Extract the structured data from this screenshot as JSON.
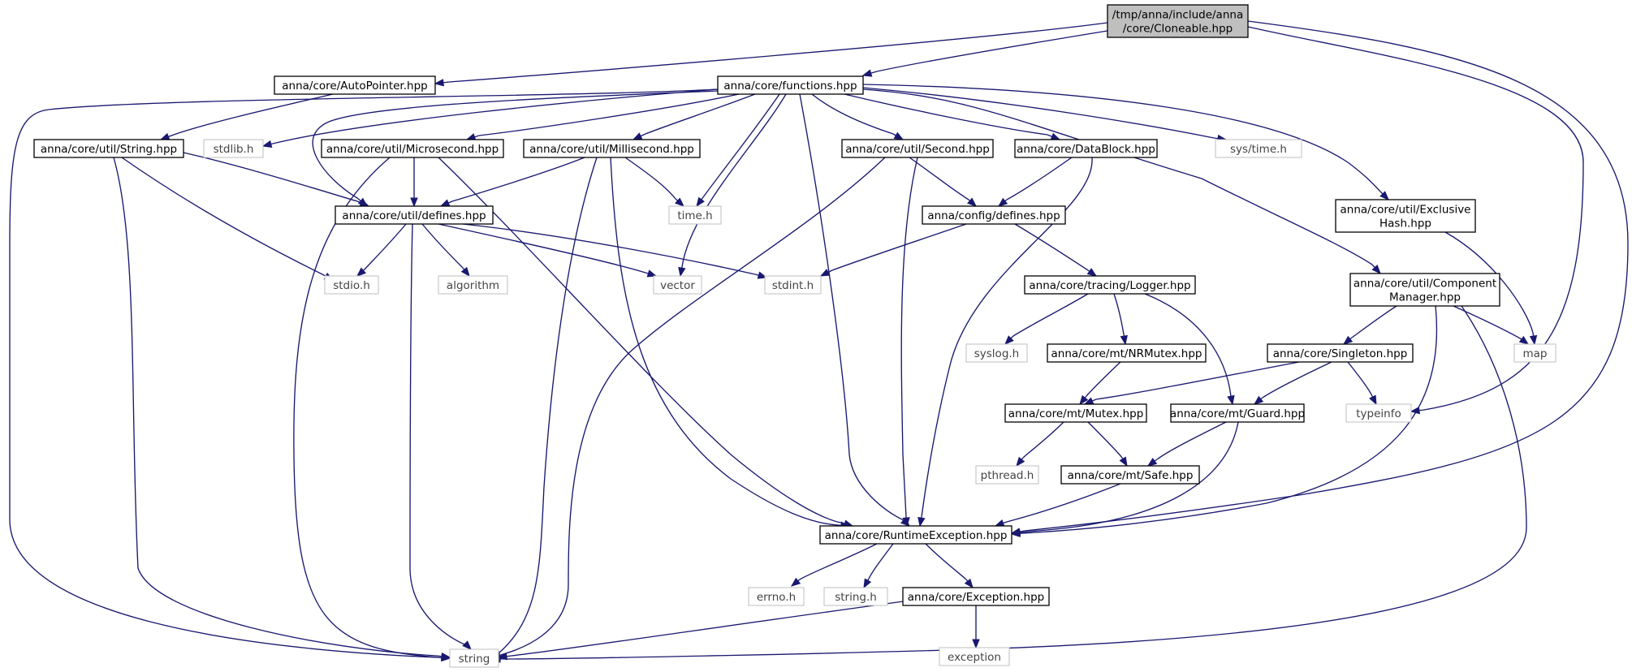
{
  "diagram": {
    "root": "/tmp/anna/include/anna/core/Cloneable.hpp",
    "nodes": [
      {
        "id": "cloneable",
        "lines": [
          "/tmp/anna/include/anna",
          "/core/Cloneable.hpp"
        ],
        "kind": "root"
      },
      {
        "id": "autopointer",
        "lines": [
          "anna/core/AutoPointer.hpp"
        ],
        "kind": "file"
      },
      {
        "id": "functions",
        "lines": [
          "anna/core/functions.hpp"
        ],
        "kind": "file"
      },
      {
        "id": "string_hpp",
        "lines": [
          "anna/core/util/String.hpp"
        ],
        "kind": "file"
      },
      {
        "id": "stdlib",
        "lines": [
          "stdlib.h"
        ],
        "kind": "system"
      },
      {
        "id": "microsecond",
        "lines": [
          "anna/core/util/Microsecond.hpp"
        ],
        "kind": "file"
      },
      {
        "id": "millisecond",
        "lines": [
          "anna/core/util/Millisecond.hpp"
        ],
        "kind": "file"
      },
      {
        "id": "second",
        "lines": [
          "anna/core/util/Second.hpp"
        ],
        "kind": "file"
      },
      {
        "id": "datablock",
        "lines": [
          "anna/core/DataBlock.hpp"
        ],
        "kind": "file"
      },
      {
        "id": "systime",
        "lines": [
          "sys/time.h"
        ],
        "kind": "system"
      },
      {
        "id": "exclusivehash",
        "lines": [
          "anna/core/util/Exclusive",
          "Hash.hpp"
        ],
        "kind": "file"
      },
      {
        "id": "util_defines",
        "lines": [
          "anna/core/util/defines.hpp"
        ],
        "kind": "file"
      },
      {
        "id": "time_h",
        "lines": [
          "time.h"
        ],
        "kind": "system"
      },
      {
        "id": "config_defines",
        "lines": [
          "anna/config/defines.hpp"
        ],
        "kind": "file"
      },
      {
        "id": "stdio",
        "lines": [
          "stdio.h"
        ],
        "kind": "system"
      },
      {
        "id": "algorithm",
        "lines": [
          "algorithm"
        ],
        "kind": "system"
      },
      {
        "id": "vector",
        "lines": [
          "vector"
        ],
        "kind": "system"
      },
      {
        "id": "stdint",
        "lines": [
          "stdint.h"
        ],
        "kind": "system"
      },
      {
        "id": "logger",
        "lines": [
          "anna/core/tracing/Logger.hpp"
        ],
        "kind": "file"
      },
      {
        "id": "componentmanager",
        "lines": [
          "anna/core/util/Component",
          "Manager.hpp"
        ],
        "kind": "file"
      },
      {
        "id": "syslog",
        "lines": [
          "syslog.h"
        ],
        "kind": "system"
      },
      {
        "id": "nrmutex",
        "lines": [
          "anna/core/mt/NRMutex.hpp"
        ],
        "kind": "file"
      },
      {
        "id": "singleton",
        "lines": [
          "anna/core/Singleton.hpp"
        ],
        "kind": "file"
      },
      {
        "id": "map",
        "lines": [
          "map"
        ],
        "kind": "system"
      },
      {
        "id": "mutex",
        "lines": [
          "anna/core/mt/Mutex.hpp"
        ],
        "kind": "file"
      },
      {
        "id": "guard",
        "lines": [
          "anna/core/mt/Guard.hpp"
        ],
        "kind": "file"
      },
      {
        "id": "typeinfo",
        "lines": [
          "typeinfo"
        ],
        "kind": "system"
      },
      {
        "id": "pthread",
        "lines": [
          "pthread.h"
        ],
        "kind": "system"
      },
      {
        "id": "safe",
        "lines": [
          "anna/core/mt/Safe.hpp"
        ],
        "kind": "file"
      },
      {
        "id": "runtimeexception",
        "lines": [
          "anna/core/RuntimeException.hpp"
        ],
        "kind": "file"
      },
      {
        "id": "errno",
        "lines": [
          "errno.h"
        ],
        "kind": "system"
      },
      {
        "id": "string_h",
        "lines": [
          "string.h"
        ],
        "kind": "system"
      },
      {
        "id": "exception_hpp",
        "lines": [
          "anna/core/Exception.hpp"
        ],
        "kind": "file"
      },
      {
        "id": "string",
        "lines": [
          "string"
        ],
        "kind": "system"
      },
      {
        "id": "exception",
        "lines": [
          "exception"
        ],
        "kind": "system"
      }
    ],
    "edges": [
      [
        "cloneable",
        "autopointer"
      ],
      [
        "cloneable",
        "functions"
      ],
      [
        "cloneable",
        "typeinfo"
      ],
      [
        "cloneable",
        "runtimeexception"
      ],
      [
        "autopointer",
        "string_hpp"
      ],
      [
        "functions",
        "string"
      ],
      [
        "functions",
        "stdlib"
      ],
      [
        "functions",
        "util_defines"
      ],
      [
        "functions",
        "microsecond"
      ],
      [
        "functions",
        "millisecond"
      ],
      [
        "functions",
        "time_h"
      ],
      [
        "functions",
        "vector"
      ],
      [
        "functions",
        "runtimeexception"
      ],
      [
        "functions",
        "second"
      ],
      [
        "functions",
        "datablock"
      ],
      [
        "functions",
        "systime"
      ],
      [
        "functions",
        "exclusivehash"
      ],
      [
        "functions",
        "componentmanager"
      ],
      [
        "string_hpp",
        "util_defines"
      ],
      [
        "string_hpp",
        "stdio"
      ],
      [
        "string_hpp",
        "string"
      ],
      [
        "microsecond",
        "util_defines"
      ],
      [
        "microsecond",
        "string"
      ],
      [
        "microsecond",
        "runtimeexception"
      ],
      [
        "millisecond",
        "util_defines"
      ],
      [
        "millisecond",
        "time_h"
      ],
      [
        "millisecond",
        "string"
      ],
      [
        "millisecond",
        "runtimeexception"
      ],
      [
        "util_defines",
        "stdio"
      ],
      [
        "util_defines",
        "algorithm"
      ],
      [
        "util_defines",
        "vector"
      ],
      [
        "util_defines",
        "stdint"
      ],
      [
        "util_defines",
        "string"
      ],
      [
        "second",
        "config_defines"
      ],
      [
        "second",
        "string"
      ],
      [
        "second",
        "runtimeexception"
      ],
      [
        "datablock",
        "config_defines"
      ],
      [
        "datablock",
        "runtimeexception"
      ],
      [
        "config_defines",
        "stdint"
      ],
      [
        "config_defines",
        "logger"
      ],
      [
        "exclusivehash",
        "map"
      ],
      [
        "logger",
        "syslog"
      ],
      [
        "logger",
        "nrmutex"
      ],
      [
        "logger",
        "guard"
      ],
      [
        "componentmanager",
        "singleton"
      ],
      [
        "componentmanager",
        "map"
      ],
      [
        "componentmanager",
        "runtimeexception"
      ],
      [
        "componentmanager",
        "string"
      ],
      [
        "singleton",
        "typeinfo"
      ],
      [
        "singleton",
        "mutex"
      ],
      [
        "singleton",
        "guard"
      ],
      [
        "nrmutex",
        "mutex"
      ],
      [
        "mutex",
        "pthread"
      ],
      [
        "mutex",
        "safe"
      ],
      [
        "guard",
        "safe"
      ],
      [
        "guard",
        "runtimeexception"
      ],
      [
        "safe",
        "runtimeexception"
      ],
      [
        "runtimeexception",
        "errno"
      ],
      [
        "runtimeexception",
        "string_h"
      ],
      [
        "runtimeexception",
        "exception_hpp"
      ],
      [
        "exception_hpp",
        "string"
      ],
      [
        "exception_hpp",
        "exception"
      ]
    ],
    "colors": {
      "edge": "#191970",
      "file_border": "#000000",
      "file_fill": "#ffffff",
      "root_fill": "#bfbfbf",
      "system_border": "#bfbfbf",
      "system_text": "#444444"
    }
  }
}
